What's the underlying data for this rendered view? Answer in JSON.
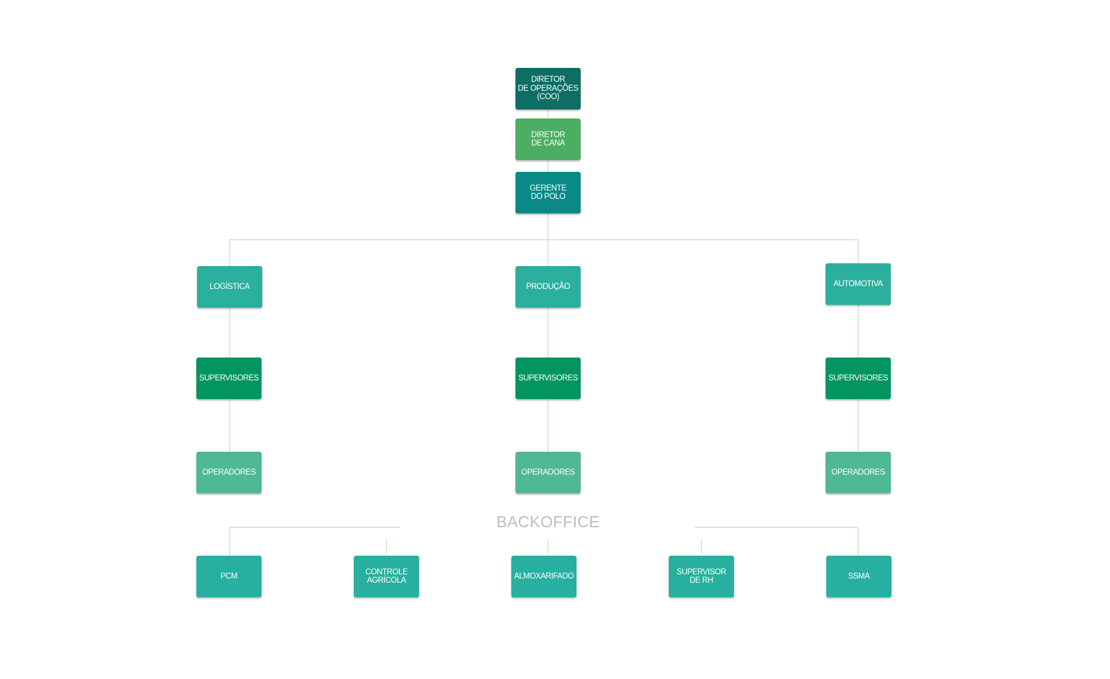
{
  "colors": {
    "line": "#c9e3cb",
    "coo": "#0f6e63",
    "diretor_cana": "#4cae62",
    "gerente": "#0a8a87",
    "area": "#2bb09e",
    "supervisor": "#03955f",
    "operator": "#4fb894",
    "backoffice_box": "#27b09f"
  },
  "chart": {
    "coo": "DIRETOR\nDE OPERAÇÕES\n(COO)",
    "diretor_cana": "DIRETOR\nDE CANA",
    "gerente": "GERENTE\nDO POLO",
    "areas": [
      {
        "name": "LOGÍSTICA",
        "supervisors": "SUPERVISORES",
        "operators": "OPERADORES"
      },
      {
        "name": "PRODUÇÃO",
        "supervisors": "SUPERVISORES",
        "operators": "OPERADORES"
      },
      {
        "name": "AUTOMOTIVA",
        "supervisors": "SUPERVISORES",
        "operators": "OPERADORES"
      }
    ],
    "backoffice_title": "BACKOFFICE",
    "backoffice": [
      "PCM",
      "CONTROLE\nAGRÍCOLA",
      "ALMOXARIFADO",
      "SUPERVISOR\nDE RH",
      "SSMA"
    ]
  }
}
